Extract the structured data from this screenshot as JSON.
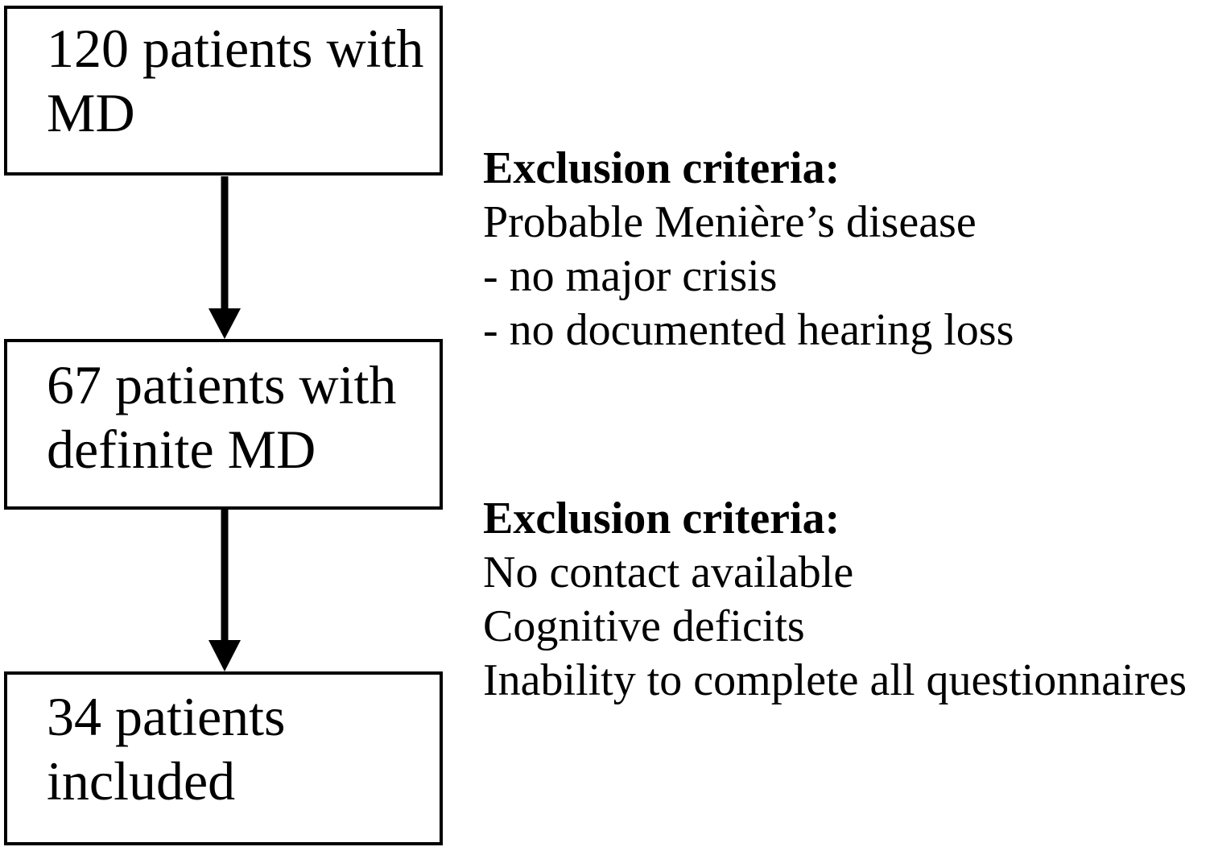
{
  "flowchart": {
    "boxes": [
      {
        "name": "box-120-patients-md",
        "full_text": "120 patients with MD",
        "lines": [
          "120 patients with",
          "MD"
        ]
      },
      {
        "name": "box-67-definite-md",
        "full_text": "67 patients with definite MD",
        "lines": [
          "67 patients with",
          "definite MD"
        ]
      },
      {
        "name": "box-34-included",
        "full_text": "34 patients included",
        "lines": [
          "34 patients",
          "included"
        ]
      }
    ],
    "exclusion_blocks": [
      {
        "title": "Exclusion criteria:",
        "items": [
          "Probable Menière’s disease",
          "- no major crisis",
          "- no documented hearing loss"
        ]
      },
      {
        "title": "Exclusion criteria:",
        "items": [
          "No contact available",
          "Cognitive deficits",
          "Inability to complete all questionnaires"
        ]
      }
    ],
    "colors": {
      "ink": "#000000",
      "background": "#ffffff",
      "box_border": "#000000"
    }
  }
}
